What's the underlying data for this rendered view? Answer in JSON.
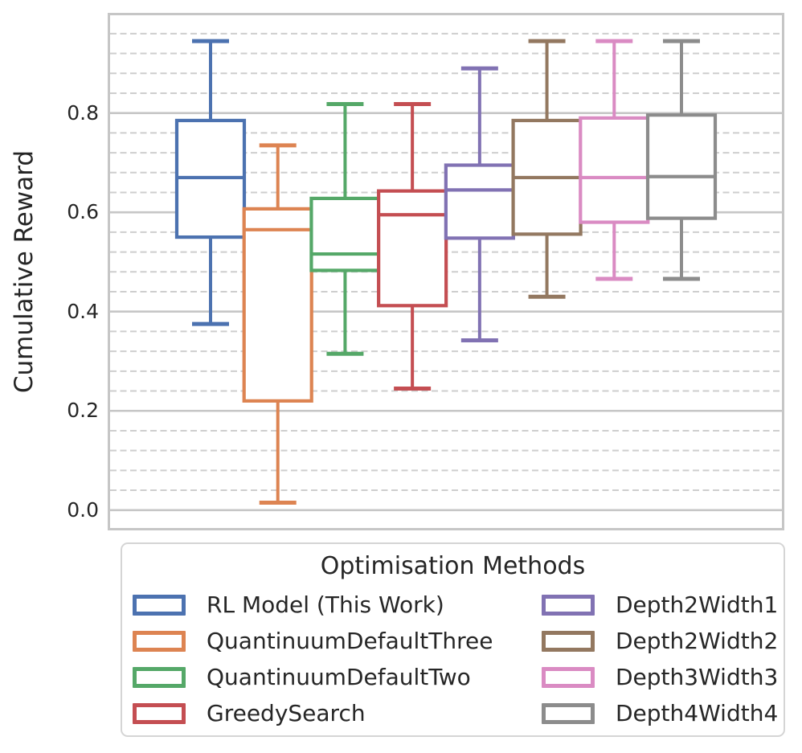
{
  "y_axis": {
    "label": "Cumulative Reward",
    "tick_labels": [
      "0.0",
      "0.2",
      "0.4",
      "0.6",
      "0.8"
    ]
  },
  "legend": {
    "title": "Optimisation Methods"
  },
  "colors": {
    "grid_major": "#c6c6c6",
    "grid_minor": "#cecece",
    "spine": "#c6c6c6",
    "text": "#262626",
    "background": "#ffffff"
  },
  "chart_data": {
    "type": "box",
    "title": "",
    "xlabel": "",
    "ylabel": "Cumulative Reward",
    "ylim": [
      -0.036,
      0.997
    ],
    "y_major_ticks": [
      0.0,
      0.2,
      0.4,
      0.6,
      0.8
    ],
    "y_minor_step": 0.04,
    "grid": "major solid horizontal, minor dashed horizontal",
    "legend_title": "Optimisation Methods",
    "legend_position": "below plot, 2 columns",
    "series": [
      {
        "name": "RL Model (This Work)",
        "color": "#4C72B0",
        "whislo": 0.375,
        "q1": 0.55,
        "med": 0.67,
        "q3": 0.785,
        "whishi": 0.945
      },
      {
        "name": "QuantinuumDefaultThree",
        "color": "#DD8452",
        "whislo": 0.015,
        "q1": 0.22,
        "med": 0.565,
        "q3": 0.607,
        "whishi": 0.735
      },
      {
        "name": "QuantinuumDefaultTwo",
        "color": "#55A868",
        "whislo": 0.315,
        "q1": 0.483,
        "med": 0.516,
        "q3": 0.628,
        "whishi": 0.818
      },
      {
        "name": "GreedySearch",
        "color": "#C44E52",
        "whislo": 0.245,
        "q1": 0.412,
        "med": 0.595,
        "q3": 0.643,
        "whishi": 0.818
      },
      {
        "name": "Depth2Width1",
        "color": "#8172B3",
        "whislo": 0.342,
        "q1": 0.548,
        "med": 0.645,
        "q3": 0.695,
        "whishi": 0.89
      },
      {
        "name": "Depth2Width2",
        "color": "#937860",
        "whislo": 0.43,
        "q1": 0.556,
        "med": 0.67,
        "q3": 0.785,
        "whishi": 0.945
      },
      {
        "name": "Depth3Width3",
        "color": "#DA8BC3",
        "whislo": 0.466,
        "q1": 0.58,
        "med": 0.67,
        "q3": 0.79,
        "whishi": 0.945
      },
      {
        "name": "Depth4Width4",
        "color": "#8C8C8C",
        "whislo": 0.466,
        "q1": 0.588,
        "med": 0.672,
        "q3": 0.796,
        "whishi": 0.945
      }
    ]
  }
}
